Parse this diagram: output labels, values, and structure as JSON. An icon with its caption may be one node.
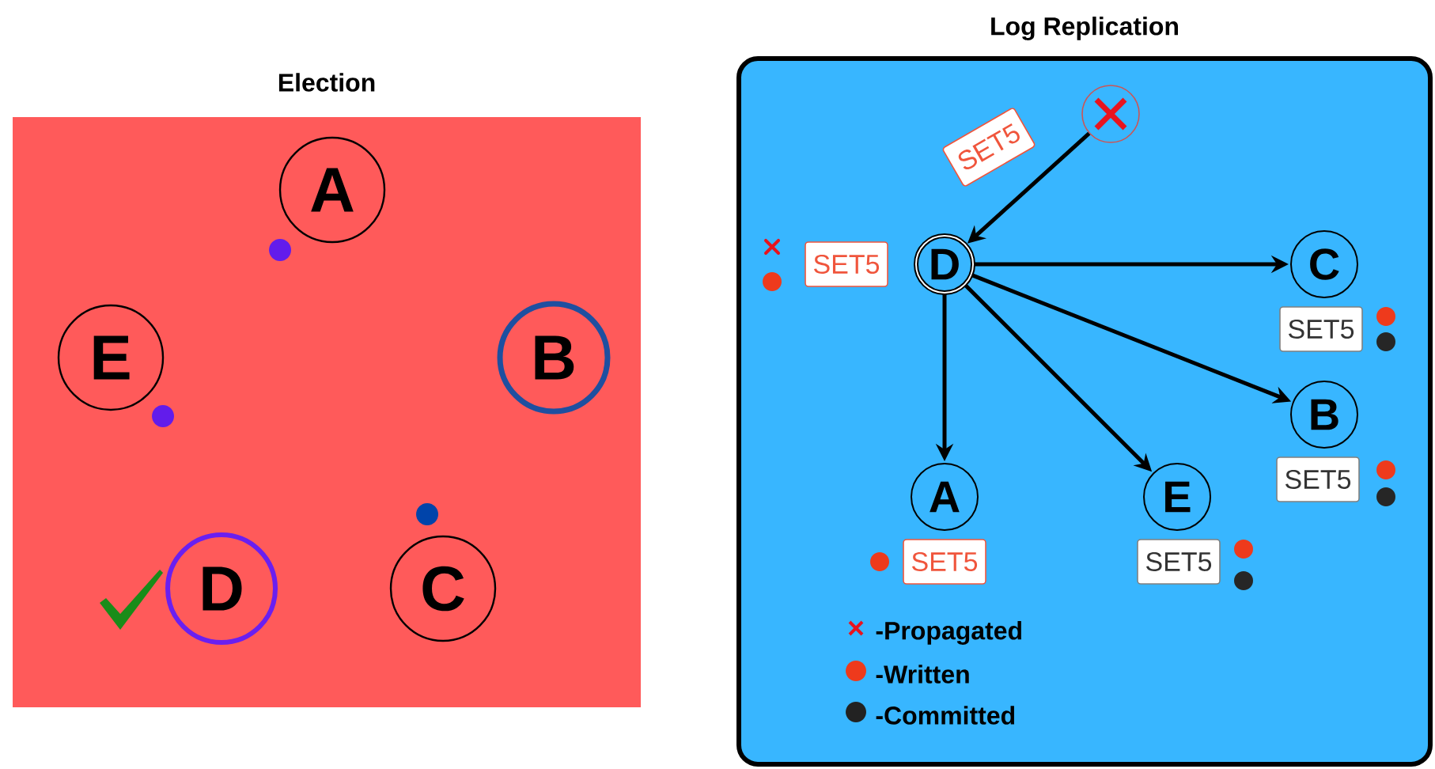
{
  "diagram": {
    "nodes": [
      {
        "text": [
          "Election"
        ]
      },
      {
        "text": [
          "A"
        ],
        "in": 0
      },
      {
        "text": [
          "E"
        ],
        "in": 0
      },
      {
        "text": [
          "B"
        ],
        "in": 0
      },
      {
        "text": [
          "D"
        ],
        "in": 0
      },
      {
        "text": [
          "C"
        ],
        "in": 0
      },
      {
        "text": [
          "Log Replication"
        ]
      },
      {
        "text": [],
        "shape": "circle",
        "in": 6
      },
      {
        "text": [
          "SET5"
        ],
        "in": 6
      },
      {
        "text": [
          "SET5"
        ],
        "in": 6
      },
      {
        "text": [
          "D"
        ],
        "in": 6
      },
      {
        "text": [
          "C"
        ],
        "in": 6
      },
      {
        "text": [
          "SET5"
        ],
        "in": 6
      },
      {
        "text": [
          "B"
        ],
        "in": 6
      },
      {
        "text": [
          "SET5"
        ],
        "in": 6
      },
      {
        "text": [
          "A"
        ],
        "in": 6
      },
      {
        "text": [
          "E"
        ],
        "in": 6
      },
      {
        "text": [
          "SET5"
        ],
        "in": 6
      },
      {
        "text": [
          "SET5"
        ],
        "in": 6
      }
    ],
    "edges": [
      {
        "from": 7,
        "to": 10,
        "arrow": "to"
      },
      {
        "from": 10,
        "to": 11,
        "arrow": "to"
      },
      {
        "from": 10,
        "to": 13,
        "arrow": "to"
      },
      {
        "from": 10,
        "to": 16,
        "arrow": "to"
      },
      {
        "from": 10,
        "to": 15,
        "arrow": "to"
      }
    ],
    "legend": [
      {
        "text": "-Propagated"
      },
      {
        "text": "-Written",
        "color": "#ee3a1c"
      },
      {
        "text": "-Committed",
        "color": "#222222"
      }
    ]
  }
}
